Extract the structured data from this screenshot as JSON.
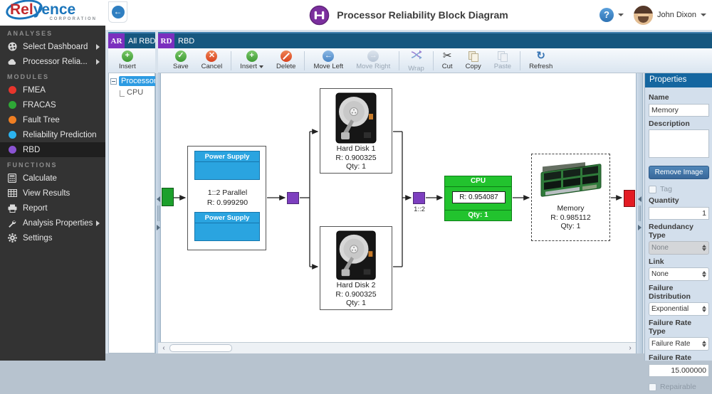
{
  "brand": {
    "name_red": "Rel",
    "name_blue": "yence",
    "subtitle": "CORPORATION"
  },
  "header": {
    "title": "Processor Reliability Block Diagram",
    "help_glyph": "?",
    "user_name": "John Dixon"
  },
  "sidebar": {
    "sections": [
      {
        "label": "ANALYSES",
        "items": [
          {
            "label": "Select Dashboard"
          },
          {
            "label": "Processor Relia..."
          }
        ]
      },
      {
        "label": "MODULES",
        "items": [
          {
            "label": "FMEA",
            "dot": "#e8352c"
          },
          {
            "label": "FRACAS",
            "dot": "#2ea836"
          },
          {
            "label": "Fault Tree",
            "dot": "#f07f23"
          },
          {
            "label": "Reliability Prediction",
            "dot": "#2bb3ef"
          },
          {
            "label": "RBD",
            "dot": "#8a53d2",
            "active": true
          }
        ]
      },
      {
        "label": "FUNCTIONS",
        "items": [
          {
            "label": "Calculate"
          },
          {
            "label": "View Results"
          },
          {
            "label": "Report"
          },
          {
            "label": "Analysis Properties"
          },
          {
            "label": "Settings"
          }
        ]
      }
    ]
  },
  "left_panel": {
    "tab_badge": "AR",
    "tab_label": "All RBDs",
    "insert_label": "Insert",
    "tree": {
      "root": "Processor",
      "child": "CPU"
    }
  },
  "rbd_panel": {
    "tab_badge": "RD",
    "tab_label": "RBD",
    "toolbar": {
      "buttons": [
        {
          "label": "Save",
          "enabled": true
        },
        {
          "label": "Cancel",
          "enabled": true
        },
        {
          "label": "Insert",
          "enabled": true,
          "has_dropdown": true
        },
        {
          "label": "Delete",
          "enabled": true
        },
        {
          "label": "Move Left",
          "enabled": true
        },
        {
          "label": "Move Right",
          "enabled": false
        },
        {
          "label": "Wrap",
          "enabled": false
        },
        {
          "label": "Cut",
          "enabled": true
        },
        {
          "label": "Copy",
          "enabled": true
        },
        {
          "label": "Paste",
          "enabled": false
        },
        {
          "label": "Refresh",
          "enabled": true
        }
      ]
    }
  },
  "diagram": {
    "power_supply_group": {
      "block_top": "Power Supply",
      "block_bottom": "Power Supply",
      "label": "1::2 Parallel",
      "r": "R: 0.999290"
    },
    "hard_disk_1": {
      "name": "Hard Disk 1",
      "r": "R: 0.900325",
      "qty": "Qty: 1"
    },
    "hard_disk_2": {
      "name": "Hard Disk 2",
      "r": "R: 0.900325",
      "qty": "Qty: 1"
    },
    "junction_label": "1::2",
    "cpu": {
      "name": "CPU",
      "r": "R: 0.954087",
      "qty": "Qty: 1"
    },
    "memory": {
      "name": "Memory",
      "r": "R: 0.985112",
      "qty": "Qty: 1"
    }
  },
  "properties": {
    "title": "Properties",
    "name_label": "Name",
    "name_value": "Memory",
    "description_label": "Description",
    "description_value": "",
    "remove_image_label": "Remove Image",
    "tag_label": "Tag",
    "quantity_label": "Quantity",
    "quantity_value": "1",
    "redundancy_label": "Redundancy Type",
    "redundancy_value": "None",
    "link_label": "Link",
    "link_value": "None",
    "failure_distribution_label": "Failure Distribution",
    "failure_distribution_value": "Exponential",
    "failure_rate_type_label": "Failure Rate Type",
    "failure_rate_type_value": "Failure Rate",
    "failure_rate_label": "Failure Rate",
    "failure_rate_value": "15.000000",
    "repairable_label": "Repairable"
  },
  "colors": {
    "tab_bar": "#16577f",
    "badge_purple": "#7b2fbe",
    "block_blue": "#2aa4e0",
    "block_green": "#22c32e",
    "start_node": "#1ca02c",
    "end_node": "#e31b23",
    "junction_node": "#7d3fbf",
    "properties_header": "#1566a0",
    "sidebar_bg": "#333333"
  }
}
